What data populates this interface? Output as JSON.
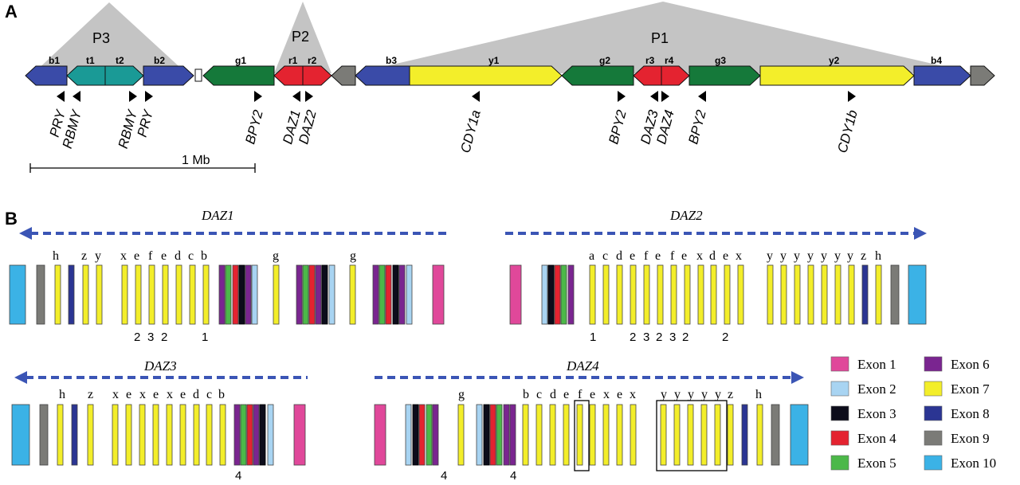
{
  "panels": {
    "a": "A",
    "b": "B"
  },
  "palindromes": [
    "P3",
    "P2",
    "P1"
  ],
  "segments": [
    "b1",
    "t1",
    "t2",
    "b2",
    "g1",
    "r1",
    "r2",
    "b3",
    "y1",
    "g2",
    "r3",
    "r4",
    "g3",
    "y2",
    "b4"
  ],
  "genes": [
    "PRY",
    "RBMY",
    "RBMY",
    "PRY",
    "BPY2",
    "DAZ1",
    "DAZ2",
    "CDY1a",
    "BPY2",
    "DAZ3",
    "DAZ4",
    "BPY2",
    "CDY1b"
  ],
  "scale_bar": "1 Mb",
  "daz_titles": [
    "DAZ1",
    "DAZ2",
    "DAZ3",
    "DAZ4"
  ],
  "letters": {
    "daz1": [
      "h",
      "z",
      "y",
      "x",
      "e",
      "f",
      "e",
      "d",
      "c",
      "b",
      "g",
      "g"
    ],
    "daz1_nums": [
      "2",
      "3",
      "2",
      "1"
    ],
    "daz2": [
      "a",
      "c",
      "d",
      "e",
      "f",
      "e",
      "f",
      "e",
      "x",
      "d",
      "e",
      "x",
      "y",
      "y",
      "y",
      "y",
      "y",
      "y",
      "y",
      "z",
      "h"
    ],
    "daz2_nums": [
      "1",
      "2",
      "3",
      "2",
      "3",
      "2",
      "2"
    ],
    "daz3": [
      "h",
      "z",
      "x",
      "e",
      "x",
      "e",
      "x",
      "e",
      "d",
      "c",
      "b"
    ],
    "daz3_nums": [
      "4"
    ],
    "daz4": [
      "g",
      "b",
      "c",
      "d",
      "e",
      "f",
      "e",
      "x",
      "e",
      "x",
      "y",
      "y",
      "y",
      "y",
      "y",
      "z",
      "h"
    ],
    "daz4_nums": [
      "4",
      "4"
    ]
  },
  "legend": [
    {
      "label": "Exon 1",
      "color": "#e0489a"
    },
    {
      "label": "Exon 2",
      "color": "#a8d4f2"
    },
    {
      "label": "Exon 3",
      "color": "#0c0c1a"
    },
    {
      "label": "Exon 4",
      "color": "#e42330"
    },
    {
      "label": "Exon 5",
      "color": "#4cb849"
    },
    {
      "label": "Exon 6",
      "color": "#7a2590"
    },
    {
      "label": "Exon 7",
      "color": "#f3ee2a"
    },
    {
      "label": "Exon 8",
      "color": "#2b3593"
    },
    {
      "label": "Exon 9",
      "color": "#7b7b77"
    },
    {
      "label": "Exon 10",
      "color": "#3bb2e6"
    }
  ]
}
